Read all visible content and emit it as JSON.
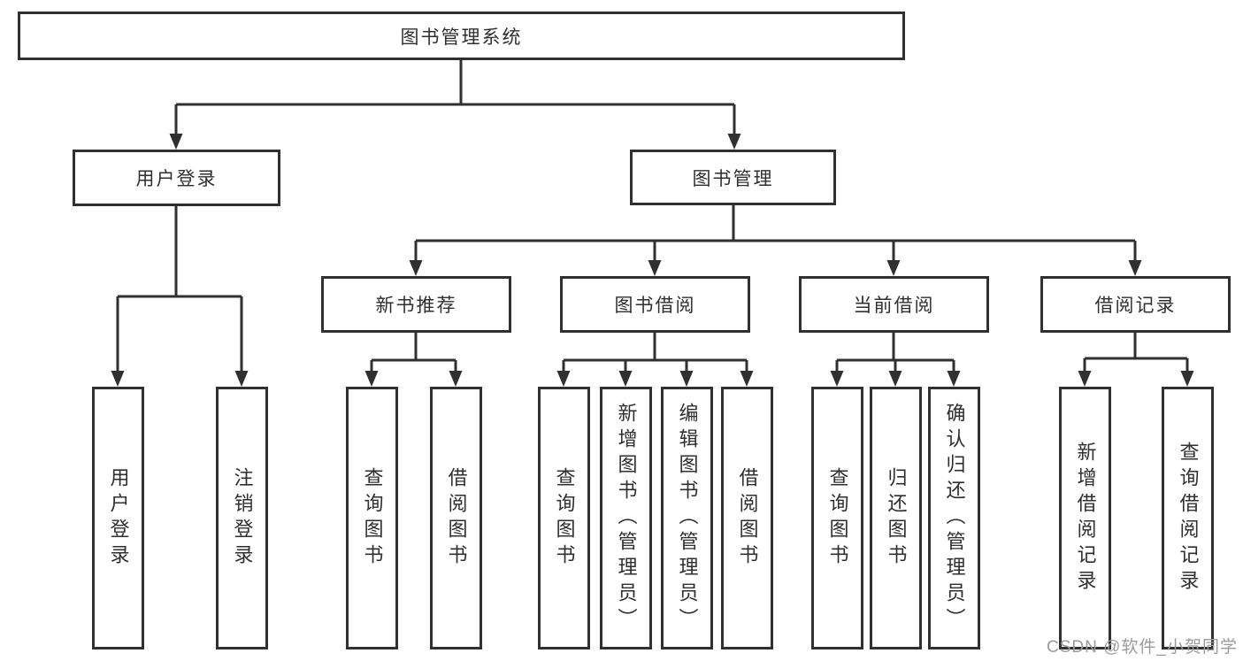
{
  "diagram": {
    "title": "图书管理系统",
    "tree": {
      "root": {
        "label": "图书管理系统"
      },
      "branches": [
        {
          "label": "用户登录",
          "children": [
            {
              "label": "用户登录"
            },
            {
              "label": "注销登录"
            }
          ]
        },
        {
          "label": "图书管理",
          "children": [
            {
              "label": "新书推荐",
              "children": [
                {
                  "label": "查询图书"
                },
                {
                  "label": "借阅图书"
                }
              ]
            },
            {
              "label": "图书借阅",
              "children": [
                {
                  "label": "查询图书"
                },
                {
                  "label": "新增图书（管理员）"
                },
                {
                  "label": "编辑图书（管理员）"
                },
                {
                  "label": "借阅图书"
                }
              ]
            },
            {
              "label": "当前借阅",
              "children": [
                {
                  "label": "查询图书"
                },
                {
                  "label": "归还图书"
                },
                {
                  "label": "确认归还（管理员）"
                }
              ]
            },
            {
              "label": "借阅记录",
              "children": [
                {
                  "label": "新增借阅记录"
                },
                {
                  "label": "查询借阅记录"
                }
              ]
            }
          ]
        }
      ]
    },
    "colors": {
      "line": "#303030",
      "box_border": "#303030",
      "box_fill": "#ffffff",
      "text": "#2f2f2f",
      "watermark": "#9b9b9b",
      "background": "#ffffff"
    }
  },
  "watermark": {
    "text": "CSDN @软件_小贺同学"
  }
}
